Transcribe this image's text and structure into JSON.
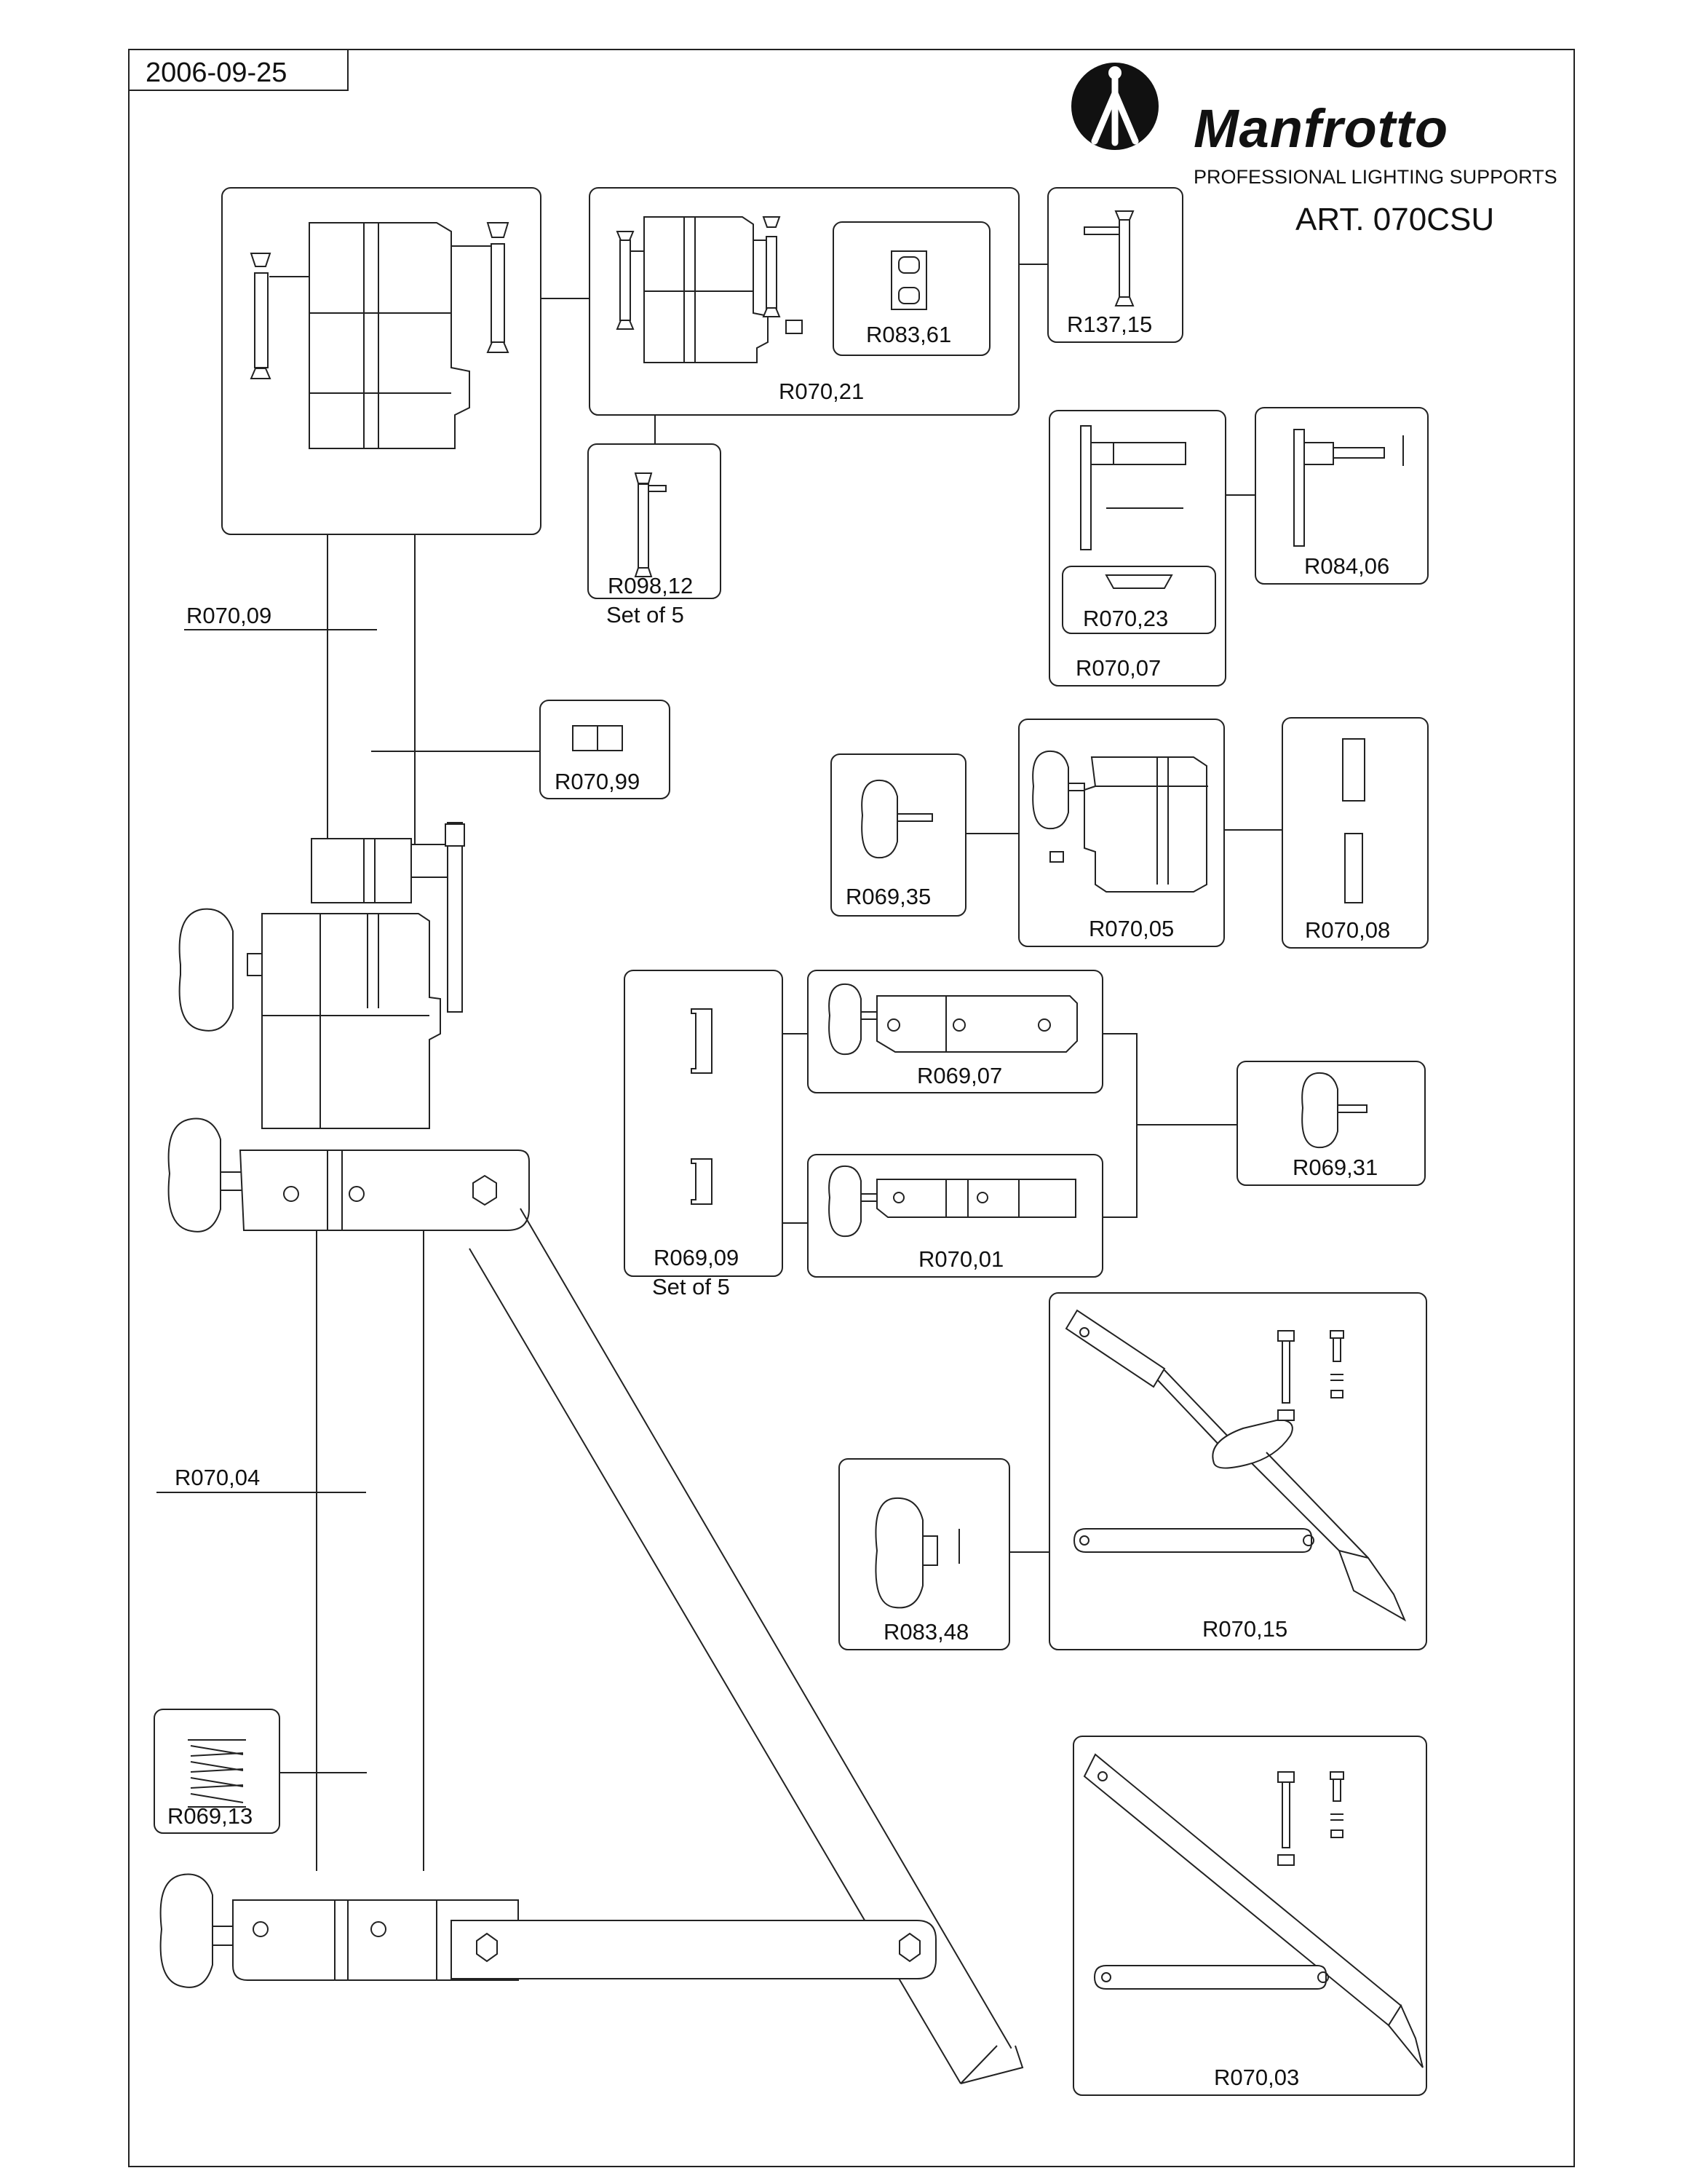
{
  "date": "2006-09-25",
  "brand": {
    "name": "Manfrotto",
    "tagline": "PROFESSIONAL LIGHTING SUPPORTS",
    "article": "ART. 070CSU"
  },
  "parts": {
    "r070_21": "R070,21",
    "r083_61": "R083,61",
    "r137_15": "R137,15",
    "r098_12": "R098,12",
    "r098_12_note": "Set of 5",
    "r084_06": "R084,06",
    "r070_23": "R070,23",
    "r070_07": "R070,07",
    "r070_09": "R070,09",
    "r070_99": "R070,99",
    "r069_35": "R069,35",
    "r070_05": "R070,05",
    "r070_08": "R070,08",
    "r069_07": "R069,07",
    "r069_31": "R069,31",
    "r069_09": "R069,09",
    "r069_09_note": "Set of 5",
    "r070_01": "R070,01",
    "r070_04": "R070,04",
    "r083_48": "R083,48",
    "r070_15": "R070,15",
    "r069_13": "R069,13",
    "r070_03": "R070,03"
  }
}
